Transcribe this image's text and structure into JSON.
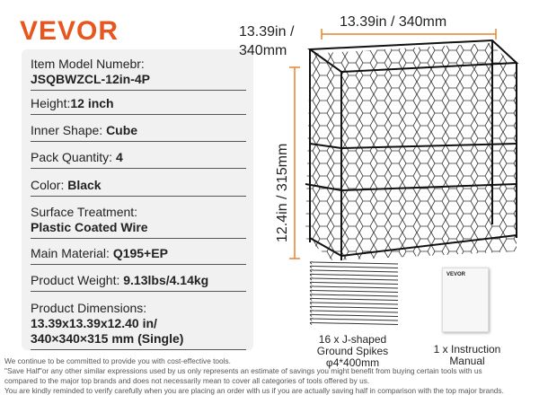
{
  "brand": "VEVOR",
  "specs": [
    {
      "label": "Item Model Numebr:",
      "value": "JSQBWZCL-12in-4P"
    },
    {
      "label": "Height:",
      "value": "12 inch"
    },
    {
      "label": "Inner Shape: ",
      "value": "Cube"
    },
    {
      "label": "Pack Quantity: ",
      "value": "4"
    },
    {
      "label": "Color: ",
      "value": "Black"
    },
    {
      "label": "Surface Treatment:",
      "value": "Plastic Coated Wire"
    },
    {
      "label": "Main Material: ",
      "value": "Q195+EP"
    },
    {
      "label": "Product Weight: ",
      "value": "9.13lbs/4.14kg"
    },
    {
      "label": "Product Dimensions:",
      "value": "13.39x13.39x12.40 in/",
      "value2": "340×340×315 mm (Single)"
    }
  ],
  "dimensions": {
    "top": "13.39in / 340mm",
    "left_line1": "13.39in /",
    "left_line2": "340mm",
    "height": "12.4in / 315mm"
  },
  "accessories": {
    "spikes": {
      "line1": "16 x J-shaped",
      "line2": "Ground Spikes",
      "line3": "φ4*400mm"
    },
    "manual": {
      "line1": "1 x Instruction",
      "line2": "Manual",
      "cover": "VEVOR"
    }
  },
  "disclaimer": [
    "We continue to be committed to provide you with cost-effective tools.",
    "\"Save Half\"or any other similar expressions used by us only represents an estimate of savings you might benefit from buying certain tools with us",
    "compared to the major top brands and does not necessarily mean to cover all categories of tools offered by us.",
    "You are kindly reminded to verify carefully when you are placing an order with us if you are actually saving half in comparison with the top major brands."
  ],
  "colors": {
    "brand": "#e8561f",
    "dimension_line": "#e8842f"
  }
}
